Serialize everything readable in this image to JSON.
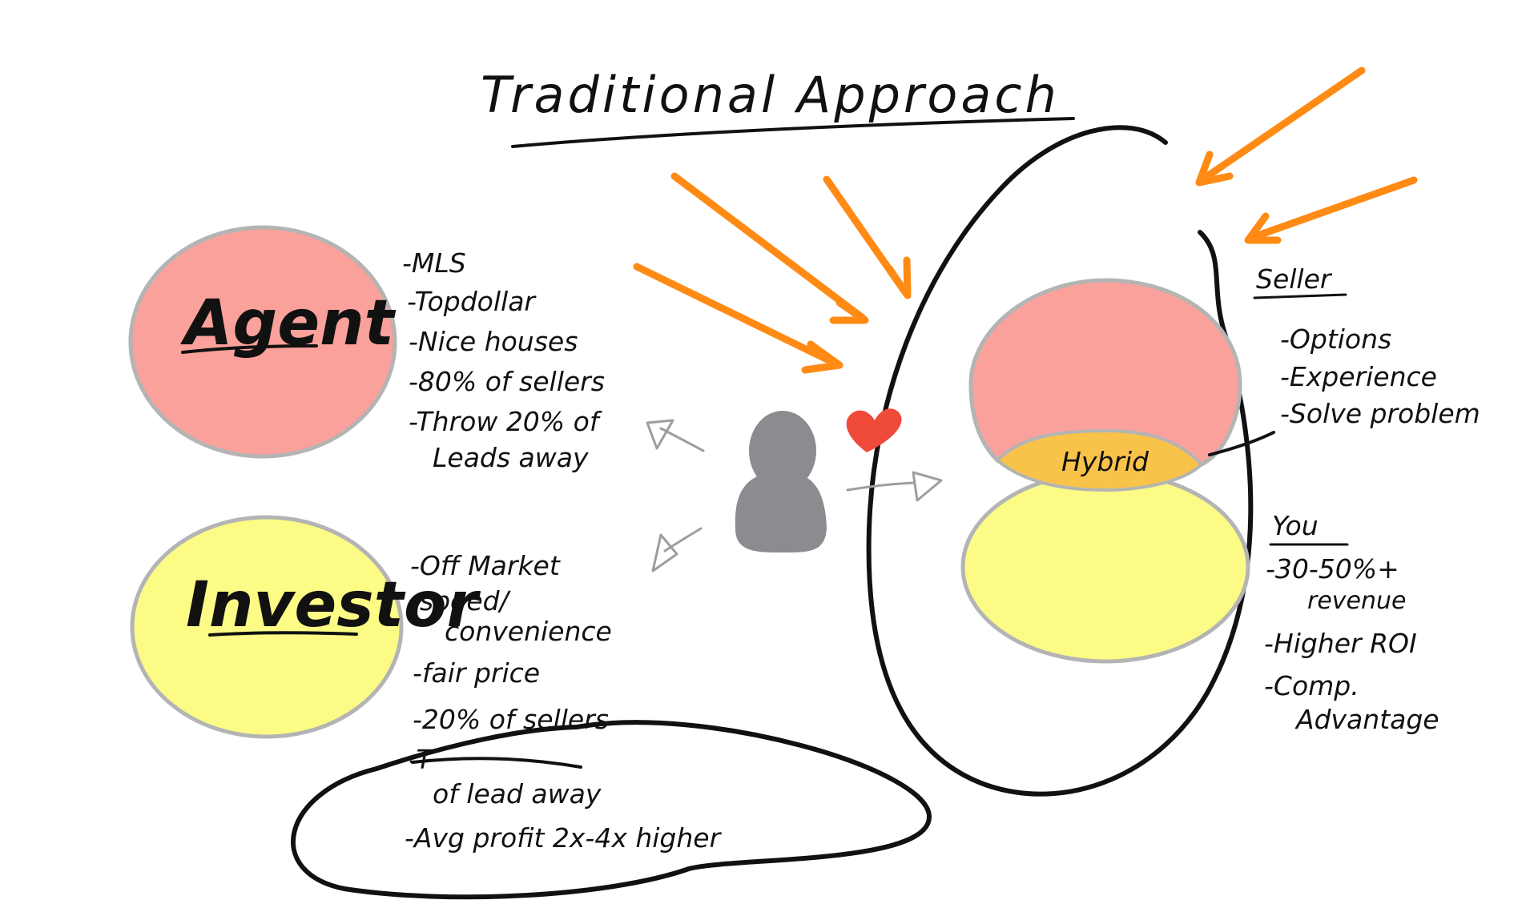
{
  "title": "Traditional Approach",
  "colors": {
    "agent": "#f9a19a",
    "investor": "#fbfb86",
    "hybrid": "#f9c34a",
    "arrows": "#ff8a14",
    "person": "#8d8b90",
    "heart": "#f04a3a",
    "outline": "#b4b4b4",
    "ink": "#111111"
  },
  "agent": {
    "label": "Agent",
    "points": [
      "-MLS",
      "-Topdollar",
      "-Nice houses",
      "-80% of sellers",
      "-Throw 20% of",
      "Leads away"
    ]
  },
  "investor": {
    "label": "Investor",
    "points": [
      "-Off Market",
      "-speed/",
      "convenience",
      "-fair price",
      "-20% of sellers",
      "-T",
      "of lead away",
      "-Avg profit 2x-4x higher"
    ]
  },
  "hybrid": {
    "label": "Hybrid"
  },
  "seller": {
    "heading": "Seller",
    "points": [
      "-Options",
      "-Experience",
      "-Solve problem"
    ]
  },
  "you": {
    "heading": "You",
    "points": [
      "-30-50%+",
      "revenue",
      "-Higher ROI",
      "-Comp.",
      "Advantage"
    ]
  },
  "icons": [
    "person-icon",
    "heart-icon",
    "arrow-icon"
  ]
}
